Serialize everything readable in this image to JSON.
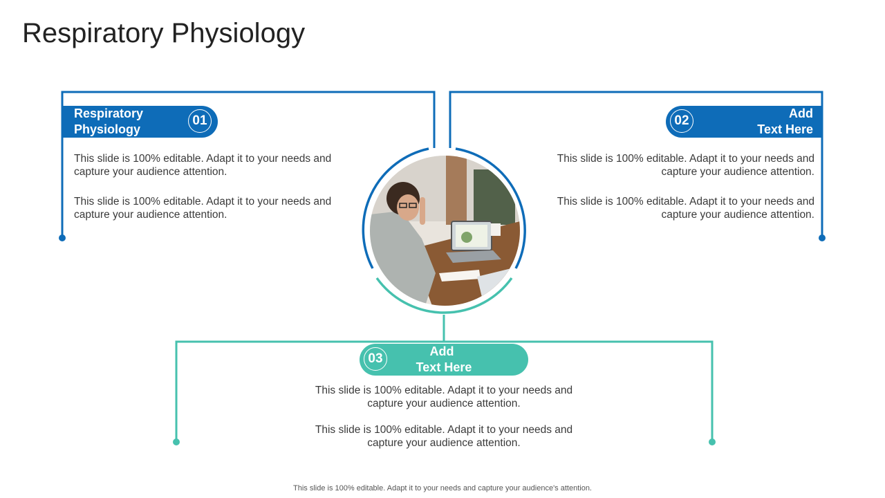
{
  "title": "Respiratory Physiology",
  "colors": {
    "blue": "#0e6cb8",
    "teal": "#46c1ae"
  },
  "items": [
    {
      "number": "01",
      "label_line1": "Respiratory",
      "label_line2": "Physiology",
      "text1": "This slide is 100% editable. Adapt it to your needs and capture your audience attention.",
      "text2": "This slide is 100% editable. Adapt it to your needs and capture your audience attention."
    },
    {
      "number": "02",
      "label_line1": "Add",
      "label_line2": "Text Here",
      "text1": "This slide is 100% editable. Adapt it to your needs and capture your audience attention.",
      "text2": "This slide is 100% editable. Adapt it to your needs and capture your audience attention."
    },
    {
      "number": "03",
      "label_line1": "Add",
      "label_line2": "Text Here",
      "text1": "This slide is 100% editable. Adapt it to your needs and capture your audience attention.",
      "text2": "This slide is 100% editable. Adapt it to your needs and capture your audience attention."
    }
  ],
  "center_image": "photo of people working at a table with a laptop",
  "footer": "This slide is 100% editable. Adapt it to your needs and capture your audience's attention."
}
